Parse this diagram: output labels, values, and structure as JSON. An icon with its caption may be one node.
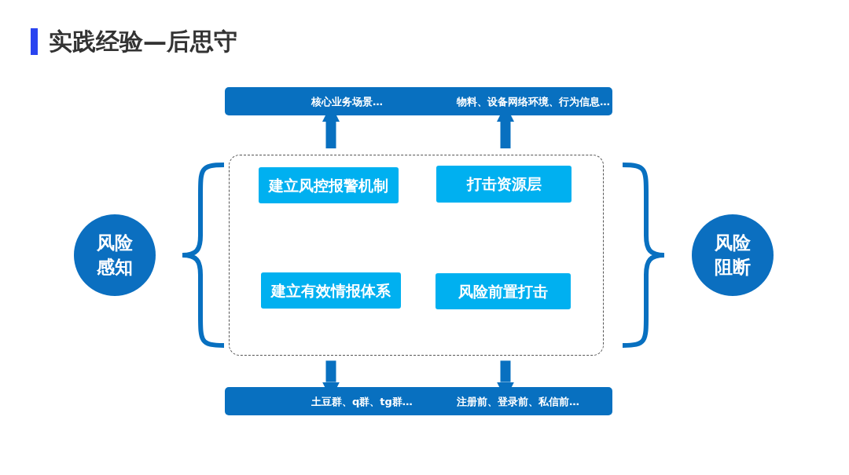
{
  "diagram": {
    "title": "实践经验—后思守",
    "nodes": [
      {
        "text": [
          "核心业务场景…",
          "物料、设备网络环境、行为信息…"
        ]
      },
      {
        "text": [],
        "shape": "box"
      },
      {
        "text": [
          "建立风控报警机制"
        ],
        "in": 1
      },
      {
        "text": [
          "打击资源层"
        ],
        "in": 1
      },
      {
        "text": [
          "建立有效情报体系"
        ],
        "in": 1
      },
      {
        "text": [
          "风险前置打击"
        ],
        "in": 1
      },
      {
        "text": [
          "土豆群、q群、tg群…",
          "注册前、登录前、私信前…"
        ]
      },
      {
        "text": [
          "风险感知"
        ]
      },
      {
        "text": [
          "风险阻断"
        ]
      }
    ],
    "edges": [
      {
        "from": 1,
        "to": 0,
        "arrow": "to"
      },
      {
        "from": 1,
        "to": 0,
        "arrow": "to"
      },
      {
        "from": 1,
        "to": 6,
        "arrow": "to"
      },
      {
        "from": 1,
        "to": 6,
        "arrow": "to"
      }
    ]
  }
}
